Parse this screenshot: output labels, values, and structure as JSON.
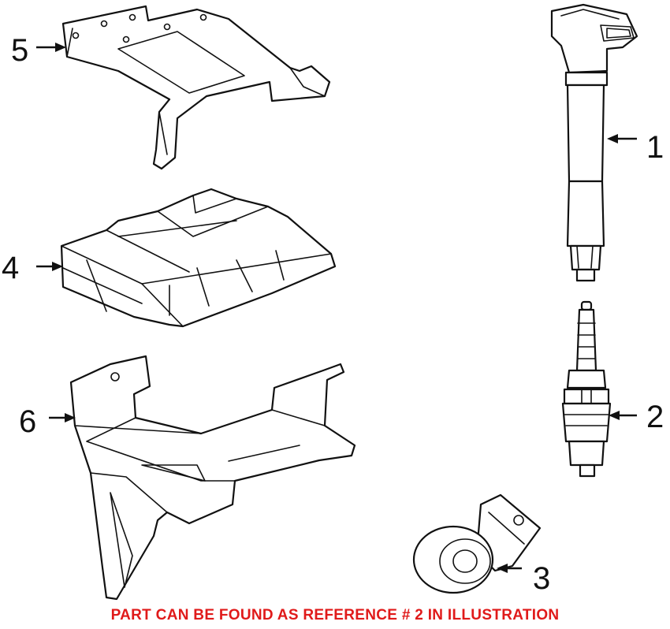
{
  "callouts": {
    "c1": "1",
    "c2": "2",
    "c3": "3",
    "c4": "4",
    "c5": "5",
    "c6": "6"
  },
  "parts": {
    "p1": "ignition-coil",
    "p2": "spark-plug",
    "p3": "knock-sensor",
    "p4": "engine-control-module",
    "p5": "module-mounting-bracket",
    "p6": "module-support-bracket"
  },
  "footer": {
    "note": "PART CAN BE FOUND AS REFERENCE # 2 IN ILLUSTRATION",
    "note_color": "#e01a1a"
  }
}
